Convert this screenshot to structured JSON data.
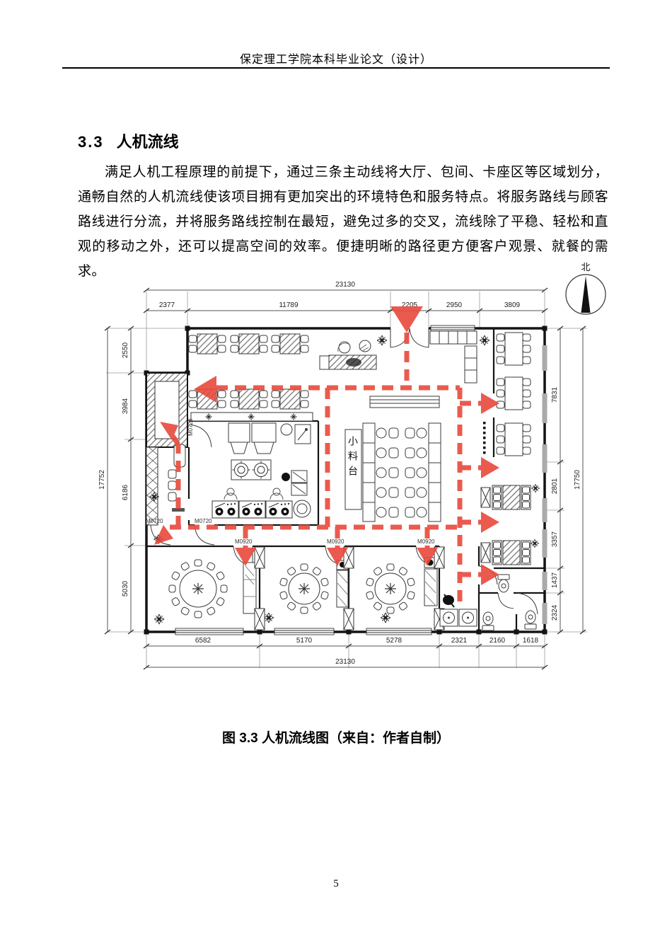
{
  "page": {
    "header_title": "保定理工学院本科毕业论文（设计）",
    "page_number": "5"
  },
  "section": {
    "number": "3.3",
    "title": "人机流线"
  },
  "paragraph": "满足人机工程原理的前提下，通过三条主动线将大厅、包间、卡座区等区域划分，通畅自然的人机流线使该项目拥有更加突出的环境特色和服务特点。将服务路线与顾客路线进行分流，并将服务路线控制在最短，避免过多的交叉，流线除了平稳、轻松和直观的移动之外，还可以提高空间的效率。便捷明晰的路径更方便客户观景、就餐的需求。",
  "figure": {
    "caption": "图 3.3 人机流线图（来自：作者自制）",
    "north_label": "北",
    "labels": {
      "prep_station": "小料台",
      "door_a": "M0720",
      "door_b": "M0920"
    },
    "dimensions": {
      "top_total": "23130",
      "top_segments": [
        "2377",
        "11789",
        "2205",
        "2950",
        "3809"
      ],
      "left_total": "17752",
      "left_segments": [
        "2550",
        "3984",
        "6186",
        "5030"
      ],
      "right_total": "17750",
      "right_segments": [
        "7831",
        "2801",
        "3357",
        "1437",
        "2324"
      ],
      "bottom_total": "23130",
      "bottom_segments": [
        "6582",
        "5170",
        "5278",
        "2321",
        "2160",
        "1618"
      ]
    },
    "flow_color": "#e8493b"
  }
}
